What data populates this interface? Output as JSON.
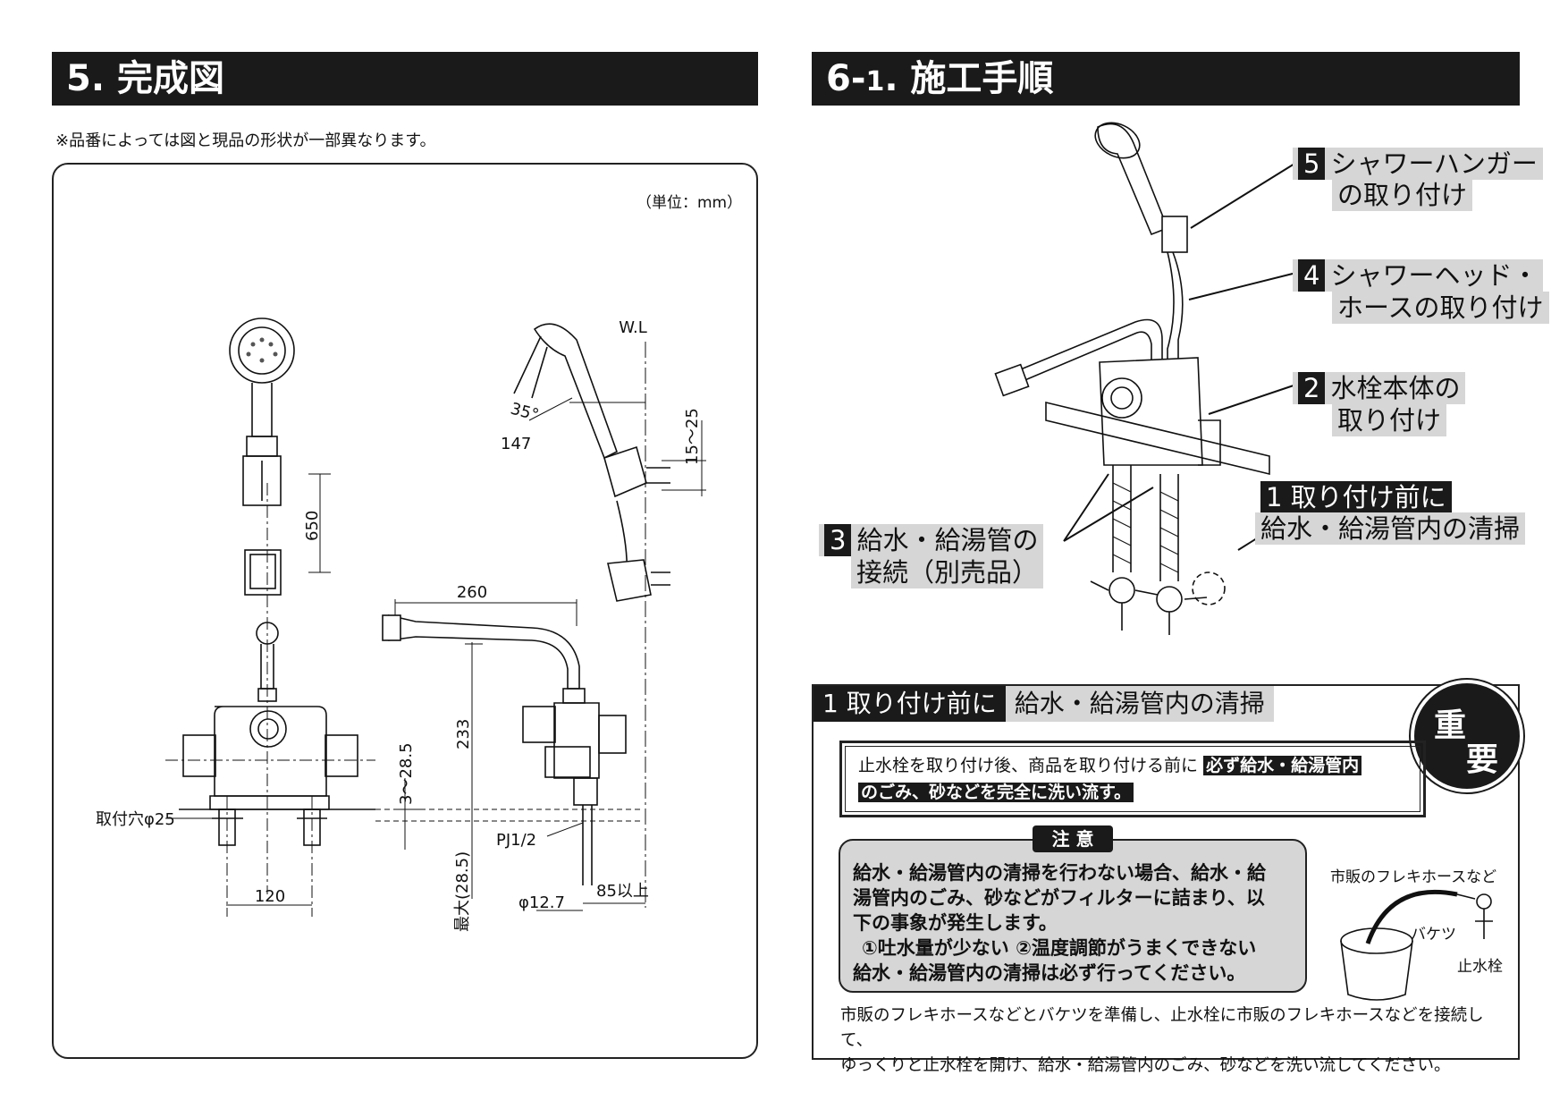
{
  "section5": {
    "title": "5. 完成図",
    "note": "※品番によっては図と現品の形状が一部異なります。",
    "unit": "（単位：mm）",
    "dims": {
      "wl": "W.L",
      "angle": "35°",
      "hose": "147",
      "bracket_gap": "15～25",
      "hanger_pitch": "650",
      "spout": "260",
      "spout_height": "233",
      "range": "3～28.5",
      "max": "最大(28.5)",
      "hole": "取付穴φ25",
      "pitch": "120",
      "pj": "PJ1/2",
      "pipe": "φ12.7",
      "clearance": "85以上"
    }
  },
  "section6": {
    "title_main": "6-",
    "title_small": "1",
    "title_rest": ". 施工手順",
    "steps": {
      "s5_num": "5",
      "s5_line1": "シャワーハンガー",
      "s5_line2": "の取り付け",
      "s4_num": "4",
      "s4_line1": "シャワーヘッド・",
      "s4_line2": "ホースの取り付け",
      "s2_num": "2",
      "s2_line1": "水栓本体の",
      "s2_line2": "取り付け",
      "s1_line1": "1 取り付け前に",
      "s1_line2": "給水・給湯管内の清掃",
      "s3_num": "3",
      "s3_line1": "給水・給湯管の",
      "s3_line2": "接続（別売品）"
    },
    "cleaning": {
      "title_dark": "1 取り付け前に",
      "title_light": "給水・給湯管内の清掃",
      "badge_1": "重",
      "badge_2": "要",
      "box_text": "止水栓を取り付け後、商品を取り付ける前に",
      "box_hl1": "必ず給水・給湯管内",
      "box_hl2": "のごみ、砂などを完全に洗い流す。",
      "caution_tag": "注 意",
      "caution_1": "給水・給湯管内の清掃を行わない場合、給水・給",
      "caution_2": "湯管内のごみ、砂などがフィルターに詰まり、以",
      "caution_3": "下の事象が発生します。",
      "caution_4": "①吐水量が少ない ②温度調節がうまくできない",
      "caution_5": "給水・給湯管内の清掃は必ず行ってください。",
      "label_hose": "市販のフレキホースなど",
      "label_bucket": "バケツ",
      "label_valve": "止水栓",
      "bottom_1": "市販のフレキホースなどとバケツを準備し、止水栓に市販のフレキホースなどを接続して、",
      "bottom_2": "ゆっくりと止水栓を開け、給水・給湯管内のごみ、砂などを洗い流してください。"
    }
  }
}
